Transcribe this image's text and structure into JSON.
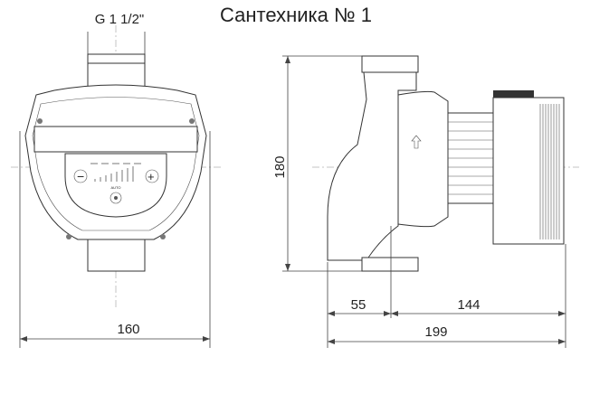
{
  "title": "Сантехника № 1",
  "thread_label": "G 1 1/2\"",
  "dimensions": {
    "width_front": "160",
    "height": "180",
    "depth_front": "55",
    "depth_motor": "144",
    "depth_total": "199"
  },
  "panel": {
    "minus": "−",
    "plus": "+",
    "auto": "AUTO"
  },
  "arrow_icon": "flow-direction-arrow-icon"
}
